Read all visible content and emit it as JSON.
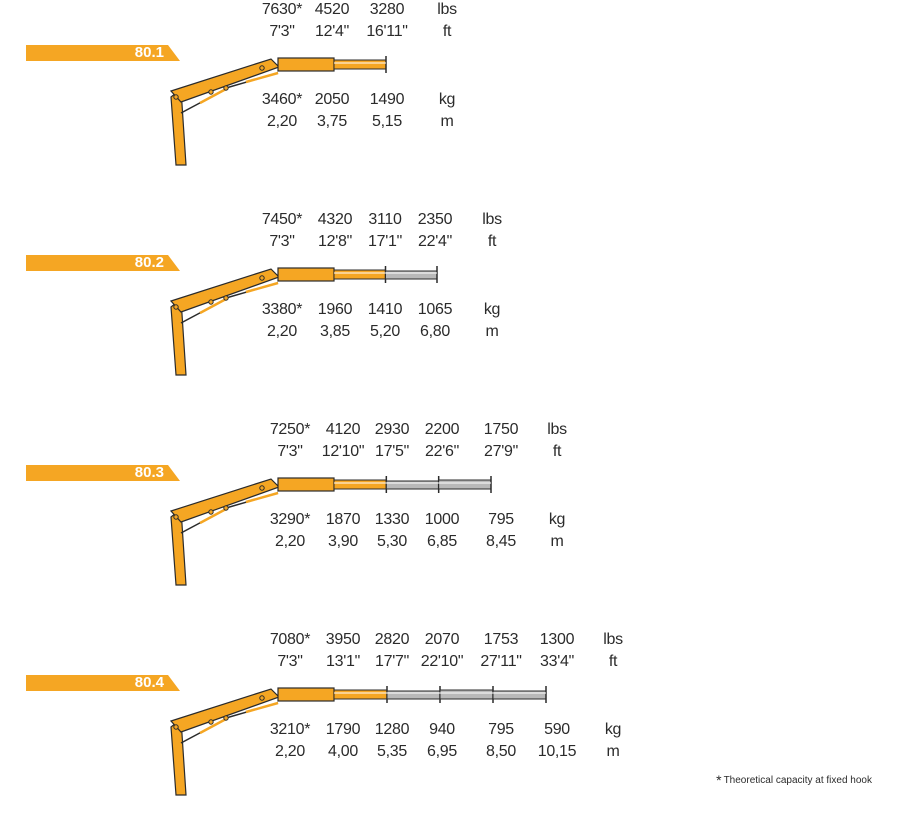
{
  "colors": {
    "boom": "#f5a623",
    "extension": "#b9b9b9",
    "outline": "#2b2b2b",
    "tag": "#f5a623"
  },
  "models": [
    {
      "name": "80.1",
      "lbs": [
        "7630*",
        "4520",
        "3280"
      ],
      "ft": [
        "7'3\"",
        "12'4\"",
        "16'11\""
      ],
      "kg": [
        "3460*",
        "2050",
        "1490"
      ],
      "m": [
        "2,20",
        "3,75",
        "5,15"
      ],
      "units": {
        "lbs": "lbs",
        "ft": "ft",
        "kg": "kg",
        "m": "m"
      }
    },
    {
      "name": "80.2",
      "lbs": [
        "7450*",
        "4320",
        "3110",
        "2350"
      ],
      "ft": [
        "7'3\"",
        "12'8\"",
        "17'1\"",
        "22'4\""
      ],
      "kg": [
        "3380*",
        "1960",
        "1410",
        "1065"
      ],
      "m": [
        "2,20",
        "3,85",
        "5,20",
        "6,80"
      ],
      "units": {
        "lbs": "lbs",
        "ft": "ft",
        "kg": "kg",
        "m": "m"
      }
    },
    {
      "name": "80.3",
      "lbs": [
        "7250*",
        "4120",
        "2930",
        "2200",
        "1750"
      ],
      "ft": [
        "7'3\"",
        "12'10\"",
        "17'5\"",
        "22'6\"",
        "27'9\""
      ],
      "kg": [
        "3290*",
        "1870",
        "1330",
        "1000",
        "795"
      ],
      "m": [
        "2,20",
        "3,90",
        "5,30",
        "6,85",
        "8,45"
      ],
      "units": {
        "lbs": "lbs",
        "ft": "ft",
        "kg": "kg",
        "m": "m"
      }
    },
    {
      "name": "80.4",
      "lbs": [
        "7080*",
        "3950",
        "2820",
        "2070",
        "1753",
        "1300"
      ],
      "ft": [
        "7'3\"",
        "13'1\"",
        "17'7\"",
        "22'10\"",
        "27'11\"",
        "33'4\""
      ],
      "kg": [
        "3210*",
        "1790",
        "1280",
        "940",
        "795",
        "590"
      ],
      "m": [
        "2,20",
        "4,00",
        "5,35",
        "6,95",
        "8,50",
        "10,15"
      ],
      "units": {
        "lbs": "lbs",
        "ft": "ft",
        "kg": "kg",
        "m": "m"
      }
    }
  ],
  "footnote": {
    "symbol": "*",
    "text": "Theoretical capacity at fixed hook"
  }
}
